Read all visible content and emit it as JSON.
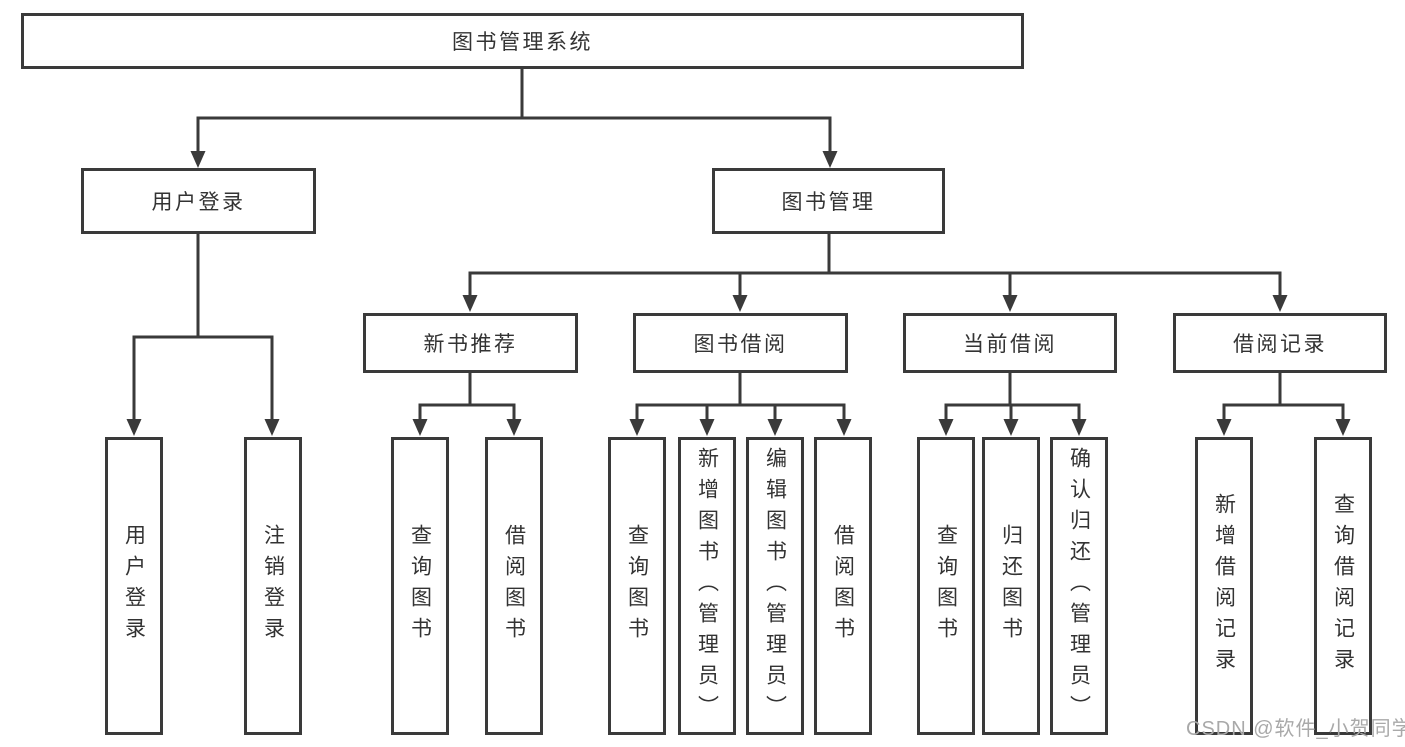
{
  "tree": {
    "label": "图书管理系统",
    "children": [
      {
        "label": "用户登录",
        "children": [
          {
            "label": "用户登录"
          },
          {
            "label": "注销登录"
          }
        ]
      },
      {
        "label": "图书管理",
        "children": [
          {
            "label": "新书推荐",
            "children": [
              {
                "label": "查询图书"
              },
              {
                "label": "借阅图书"
              }
            ]
          },
          {
            "label": "图书借阅",
            "children": [
              {
                "label": "查询图书"
              },
              {
                "label": "新增图书（管理员）"
              },
              {
                "label": "编辑图书（管理员）"
              },
              {
                "label": "借阅图书"
              }
            ]
          },
          {
            "label": "当前借阅",
            "children": [
              {
                "label": "查询图书"
              },
              {
                "label": "归还图书"
              },
              {
                "label": "确认归还（管理员）"
              }
            ]
          },
          {
            "label": "借阅记录",
            "children": [
              {
                "label": "新增借阅记录"
              },
              {
                "label": "查询借阅记录"
              }
            ]
          }
        ]
      }
    ]
  },
  "watermark": {
    "text": "CSDN @软件_小贺同学"
  },
  "colors": {
    "line": "#3a3a3a",
    "box_border": "#3a3a3a",
    "box_background": "#ffffff",
    "text": "#333333",
    "watermark": "#a9a9a9",
    "background": "#ffffff"
  }
}
